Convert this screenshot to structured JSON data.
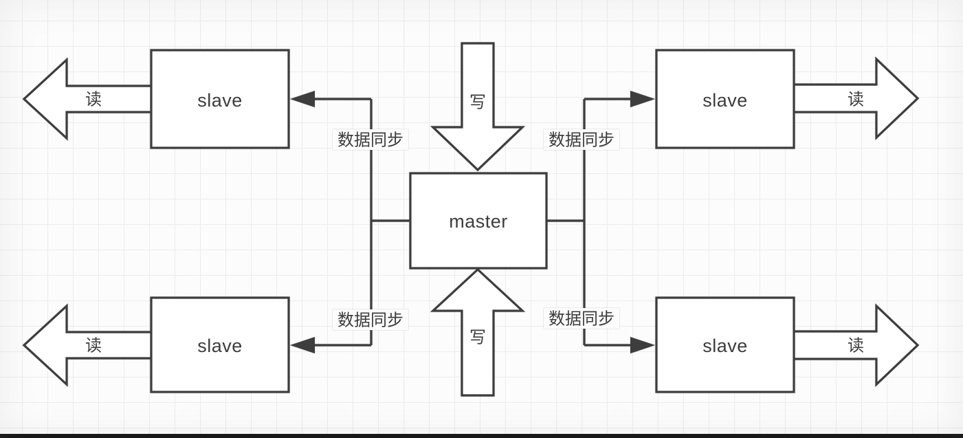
{
  "canvas": {
    "colors": {
      "background": "#fcfcfc",
      "grid": "#ececec",
      "stroke": "#3d3d3d",
      "text": "#3d3d3d",
      "node_fill": "#ffffff",
      "bottom_bar": "#141414"
    }
  },
  "nodes": {
    "master": {
      "label": "master"
    },
    "slave_top_left": {
      "label": "slave"
    },
    "slave_top_right": {
      "label": "slave"
    },
    "slave_bottom_left": {
      "label": "slave"
    },
    "slave_bottom_right": {
      "label": "slave"
    }
  },
  "sync_labels": {
    "top_left": "数据同步",
    "top_right": "数据同步",
    "bottom_left": "数据同步",
    "bottom_right": "数据同步"
  },
  "flow_labels": {
    "write_top": "写",
    "write_bottom": "写",
    "read_top_left": "读",
    "read_bottom_left": "读",
    "read_top_right": "读",
    "read_bottom_right": "读"
  }
}
